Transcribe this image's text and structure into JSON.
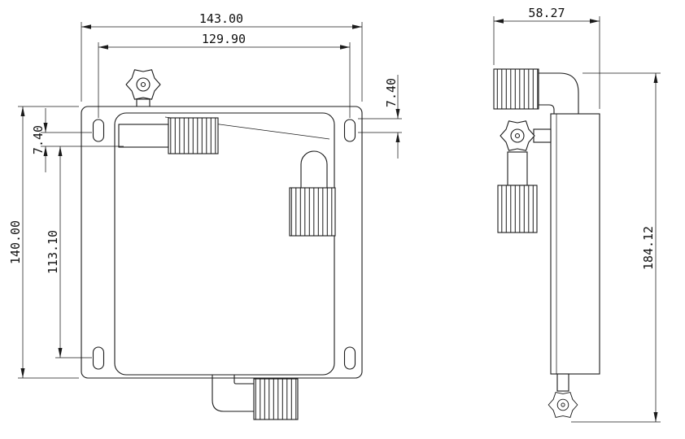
{
  "drawing": {
    "type": "technical-dimension-drawing",
    "views": {
      "front": "front-view",
      "side": "side-view"
    }
  },
  "dims": {
    "front": {
      "width_overall": "143.00",
      "width_holes": "129.90",
      "offset_top_right": "7.40",
      "offset_top_left": "7.40",
      "height_overall": "140.00",
      "height_holes": "113.10"
    },
    "side": {
      "width": "58.27",
      "height": "184.12"
    }
  },
  "colors": {
    "line": "#1a1a1a",
    "background": "#ffffff"
  }
}
